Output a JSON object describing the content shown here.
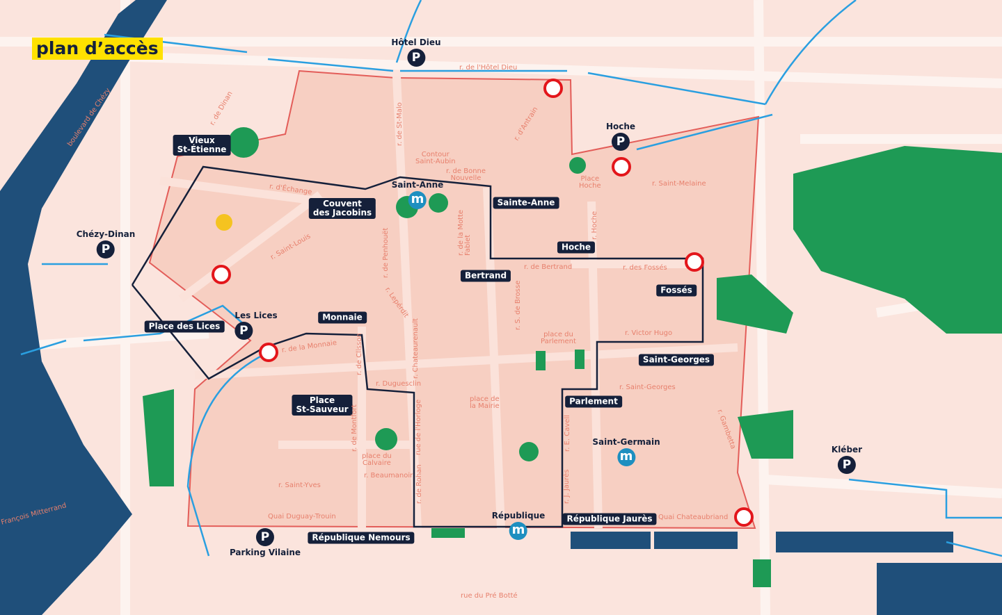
{
  "title": "plan d’accès",
  "parkings": [
    {
      "name": "Hôtel Dieu",
      "icon": "P"
    },
    {
      "name": "Hoche",
      "icon": "P"
    },
    {
      "name": "Chézy-Dinan",
      "icon": "P"
    },
    {
      "name": "Les Lices",
      "icon": "P"
    },
    {
      "name": "Parking Vilaine",
      "icon": "P"
    },
    {
      "name": "Kléber",
      "icon": "P"
    }
  ],
  "stops": [
    "Vieux\nSt-Étienne",
    "Couvent\ndes Jacobins",
    "Sainte-Anne",
    "Hoche",
    "Bertrand",
    "Fossés",
    "Monnaie",
    "Place des Lices",
    "Saint-Georges",
    "Place\nSt-Sauveur",
    "Parlement",
    "République Jaurès",
    "République Nemours"
  ],
  "metro": [
    {
      "name": "Saint-Anne",
      "icon": "m"
    },
    {
      "name": "Saint-Germain",
      "icon": "m"
    },
    {
      "name": "République",
      "icon": "m"
    }
  ],
  "streets": [
    "r. de l'Hôtel Dieu",
    "boulevard de Chézy",
    "r. de Dinan",
    "r. de St-Malo",
    "r. d'Antrain",
    "Contour\nSaint-Aubin",
    "r. de Bonne\nNouvelle",
    "Place\nHoche",
    "r. Saint-Melaine",
    "r. d'Échange",
    "r. Saint-Louis",
    "r. de Penhouët",
    "r. de la Motte\nFablet",
    "r. Hoche",
    "r. de Bertrand",
    "r. des Fossés",
    "r. Lepérdit",
    "r. S. de Brosse",
    "place du\nParlement",
    "r. Victor Hugo",
    "r. de la Monnaie",
    "r. de Clisson",
    "r. Duguesclin",
    "r. Chateaurenault",
    "place de\nla Mairie",
    "r. Saint-Georges",
    "r. de Montfort",
    "place du\nCalvaire",
    "r. Beaumanoir",
    "r. Saint-Yves",
    "rue de l'Horloge",
    "r. E. Cavell",
    "r. Gambetta",
    "Quai Duguay-Trouin",
    "Quai Chateaubriand",
    "r. J. Jaurès",
    "r. de Rohan",
    "rue du Pré Botté",
    "François Mitterrand"
  ]
}
